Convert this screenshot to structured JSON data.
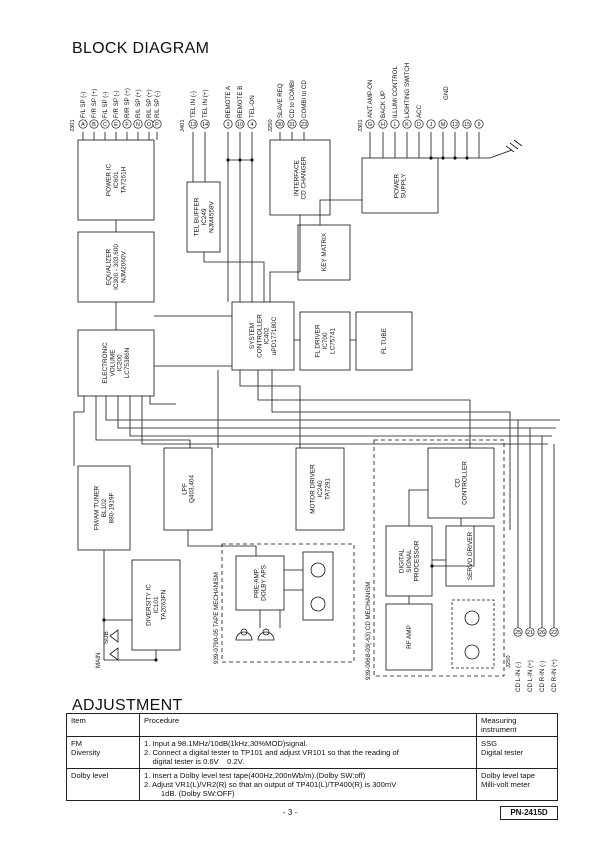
{
  "headings": {
    "block": "BLOCK DIAGRAM",
    "adjust": "ADJUSTMENT"
  },
  "blocks": {
    "power_ic": [
      "POWER IC",
      "IC601",
      "TA7261H"
    ],
    "tel_buffer": [
      "TEL BUFFER",
      "IC249",
      "NJM4558V"
    ],
    "interface": [
      "INTERFACE",
      "CD CHANGER"
    ],
    "power_supply": [
      "POWER",
      "SUPPLY"
    ],
    "equalizer": [
      "EQUALIZER",
      "IC300 - 303,600",
      "NJM2060V"
    ],
    "key_matrix": [
      "KEY MATRIX"
    ],
    "system_controller": [
      "SYSTEM",
      "CONTROLLER",
      "IC402",
      "uPD177180C"
    ],
    "fl_driver": [
      "FL DRIVER",
      "IC700",
      "LC75741"
    ],
    "fl_tube": [
      "FL TUBE"
    ],
    "electronic_volume": [
      "ELECTRONIC",
      "VOLUME",
      "IC200",
      "LC75386N"
    ],
    "tuner": [
      "FM/AM TUNER",
      "BL102",
      "880-1919F"
    ],
    "lpf": [
      "LPF",
      "Q403,404"
    ],
    "motor_driver": [
      "MOTOR DRIVER",
      "IC240",
      "TA7291"
    ],
    "cd_controller": [
      "CD",
      "CONTROLLER"
    ],
    "diversity": [
      "DIVERSITY IC",
      "IC101",
      "TA2063FN"
    ],
    "preamp": [
      "PRE-AMP.",
      "DOLBY APS"
    ],
    "dsp": [
      "DIGITAL",
      "SIGNAL",
      "PROCESSOR"
    ],
    "servo": [
      "SERVO DRIVER"
    ],
    "rf_amp": [
      "RF AMP"
    ]
  },
  "mechanisms": {
    "tape": "939-0790-05 TAPE MECHANISM",
    "cd": "939-0068-03(-63) CD MECHANISM"
  },
  "connectors": {
    "j301": {
      "label": "J301",
      "pins": [
        {
          "pin": "A",
          "signal": "F/L SP (-)"
        },
        {
          "pin": "B",
          "signal": "F/R SP (+)"
        },
        {
          "pin": "C",
          "signal": "F/L SP (-)"
        },
        {
          "pin": "E",
          "signal": "F/R SP (-)"
        },
        {
          "pin": "F",
          "signal": "R/R SP (+)"
        },
        {
          "pin": "N",
          "signal": "R/L SP (+)"
        },
        {
          "pin": "O",
          "signal": "R/L SP (+)"
        },
        {
          "pin": "P",
          "signal": "R/L SP (-)"
        }
      ]
    },
    "j401": {
      "label": "J401",
      "pins": [
        {
          "pin": "13",
          "signal": "TEL IN (-)"
        },
        {
          "pin": "14",
          "signal": "TEL IN (+)"
        }
      ]
    },
    "remote": {
      "pins": [
        {
          "pin": "3",
          "signal": "REMOTE A"
        },
        {
          "pin": "10",
          "signal": "REMOTE B"
        },
        {
          "pin": "4",
          "signal": "TEL-ON"
        }
      ]
    },
    "j250_top": {
      "label": "J250",
      "pins": [
        {
          "pin": "30",
          "signal": "SLAVE REQ"
        },
        {
          "pin": "31",
          "signal": "CD to COMBI"
        },
        {
          "pin": "23",
          "signal": "COMBI to CD"
        }
      ]
    },
    "j301_right": {
      "label": "J301",
      "pins": [
        {
          "pin": "G",
          "signal": "ANT AMP-ON"
        },
        {
          "pin": "H",
          "signal": "BACK UP"
        },
        {
          "pin": "L",
          "signal": "ILLUMI CONTROL"
        },
        {
          "pin": "K",
          "signal": "LIGHTING SWITCH"
        },
        {
          "pin": "D",
          "signal": "ACC"
        },
        {
          "pin": "J",
          "signal": ""
        },
        {
          "pin": "M",
          "signal": ""
        },
        {
          "pin": "12",
          "signal": ""
        },
        {
          "pin": "15",
          "signal": ""
        },
        {
          "pin": "9",
          "signal": ""
        }
      ],
      "group_label": "GND"
    },
    "j250_bottom": {
      "label": "J250",
      "pins": [
        {
          "pin": "25",
          "signal": "CD L-IN (-)"
        },
        {
          "pin": "21",
          "signal": "CD L-IN (+)"
        },
        {
          "pin": "26",
          "signal": "CD R-IN (-)"
        },
        {
          "pin": "22",
          "signal": "CD R-IN (+)"
        }
      ]
    },
    "antenna": [
      "MAIN",
      "SUB"
    ]
  },
  "adjustment": {
    "headers": {
      "item": "Item",
      "procedure": "Procedure",
      "instrument": [
        "Measuring",
        "instrument"
      ]
    },
    "rows": [
      {
        "item": [
          "FM",
          "Diversity"
        ],
        "procedure": [
          "1. Input a 98.1MHz/10dB(1kHz,30%MOD)signal.",
          "2. Connect a digital tester to TP101 and adjust VR101 so that the reading of",
          "    digital tester is 0.6V    0.2V."
        ],
        "instrument": [
          "SSG",
          "Digital tester"
        ]
      },
      {
        "item": [
          "Dolby level"
        ],
        "procedure": [
          "1. Insert a Dolby level test tape(400Hz,200nWb/m).(Dolby SW:off)",
          "2. Adjust VR1(L)/VR2(R) so that an output of TP401(L)/TP400(R) is 300mV",
          "        1dB. (Dolby SW:OFF)"
        ],
        "instrument": [
          "Dolby level tape",
          "Milli-volt meter"
        ]
      }
    ]
  },
  "footer": {
    "page": "- 3 -",
    "model": "PN-2415D"
  }
}
